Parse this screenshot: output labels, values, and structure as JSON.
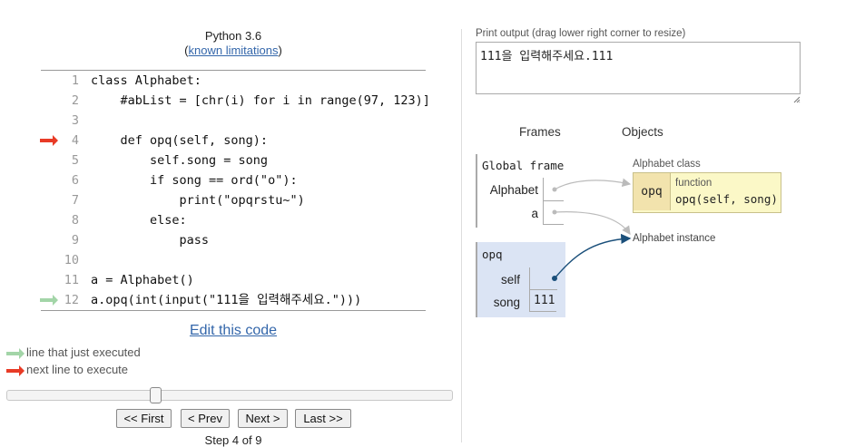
{
  "header": {
    "language": "Python 3.6",
    "limits_open": "(",
    "limits_link": "known limitations",
    "limits_close": ")"
  },
  "code": {
    "lines": [
      {
        "num": "1",
        "text": "class Alphabet:"
      },
      {
        "num": "2",
        "text": "    #abList = [chr(i) for i in range(97, 123)]"
      },
      {
        "num": "3",
        "text": ""
      },
      {
        "num": "4",
        "text": "    def opq(self, song):"
      },
      {
        "num": "5",
        "text": "        self.song = song"
      },
      {
        "num": "6",
        "text": "        if song == ord(\"o\"):"
      },
      {
        "num": "7",
        "text": "            print(\"opqrstu~\")"
      },
      {
        "num": "8",
        "text": "        else:"
      },
      {
        "num": "9",
        "text": "            pass"
      },
      {
        "num": "10",
        "text": ""
      },
      {
        "num": "11",
        "text": "a = Alphabet()"
      },
      {
        "num": "12",
        "text": "a.opq(int(input(\"111을 입력해주세요.\")))"
      }
    ],
    "next_line": 4,
    "just_executed_line": 12
  },
  "edit_link": "Edit this code",
  "legend": {
    "just_executed": "line that just executed",
    "next_line": "next line to execute"
  },
  "controls": {
    "first": "<< First",
    "prev": "< Prev",
    "next": "Next >",
    "last": "Last >>",
    "step_text": "Step 4 of 9",
    "slider_fraction": 0.33
  },
  "output": {
    "header": "Print output (drag lower right corner to resize)",
    "text": "111을 입력해주세요.111"
  },
  "viz": {
    "frames_header": "Frames",
    "objects_header": "Objects",
    "global_frame": {
      "title": "Global frame",
      "vars": [
        "Alphabet",
        "a"
      ]
    },
    "method_frame": {
      "title": "opq",
      "vars": [
        {
          "name": "self",
          "value": ""
        },
        {
          "name": "song",
          "value": "111"
        }
      ]
    },
    "class_obj": {
      "label": "Alphabet class",
      "attr": "opq",
      "kind": "function",
      "signature": "opq(self, song)"
    },
    "instance_label": "Alphabet instance"
  },
  "colors": {
    "next_arrow": "#e83b26",
    "executed_arrow": "#a3d5a8",
    "link": "#3366aa",
    "frame_bg": "#dbe4f4",
    "class_bg": "#fbf8c7"
  }
}
